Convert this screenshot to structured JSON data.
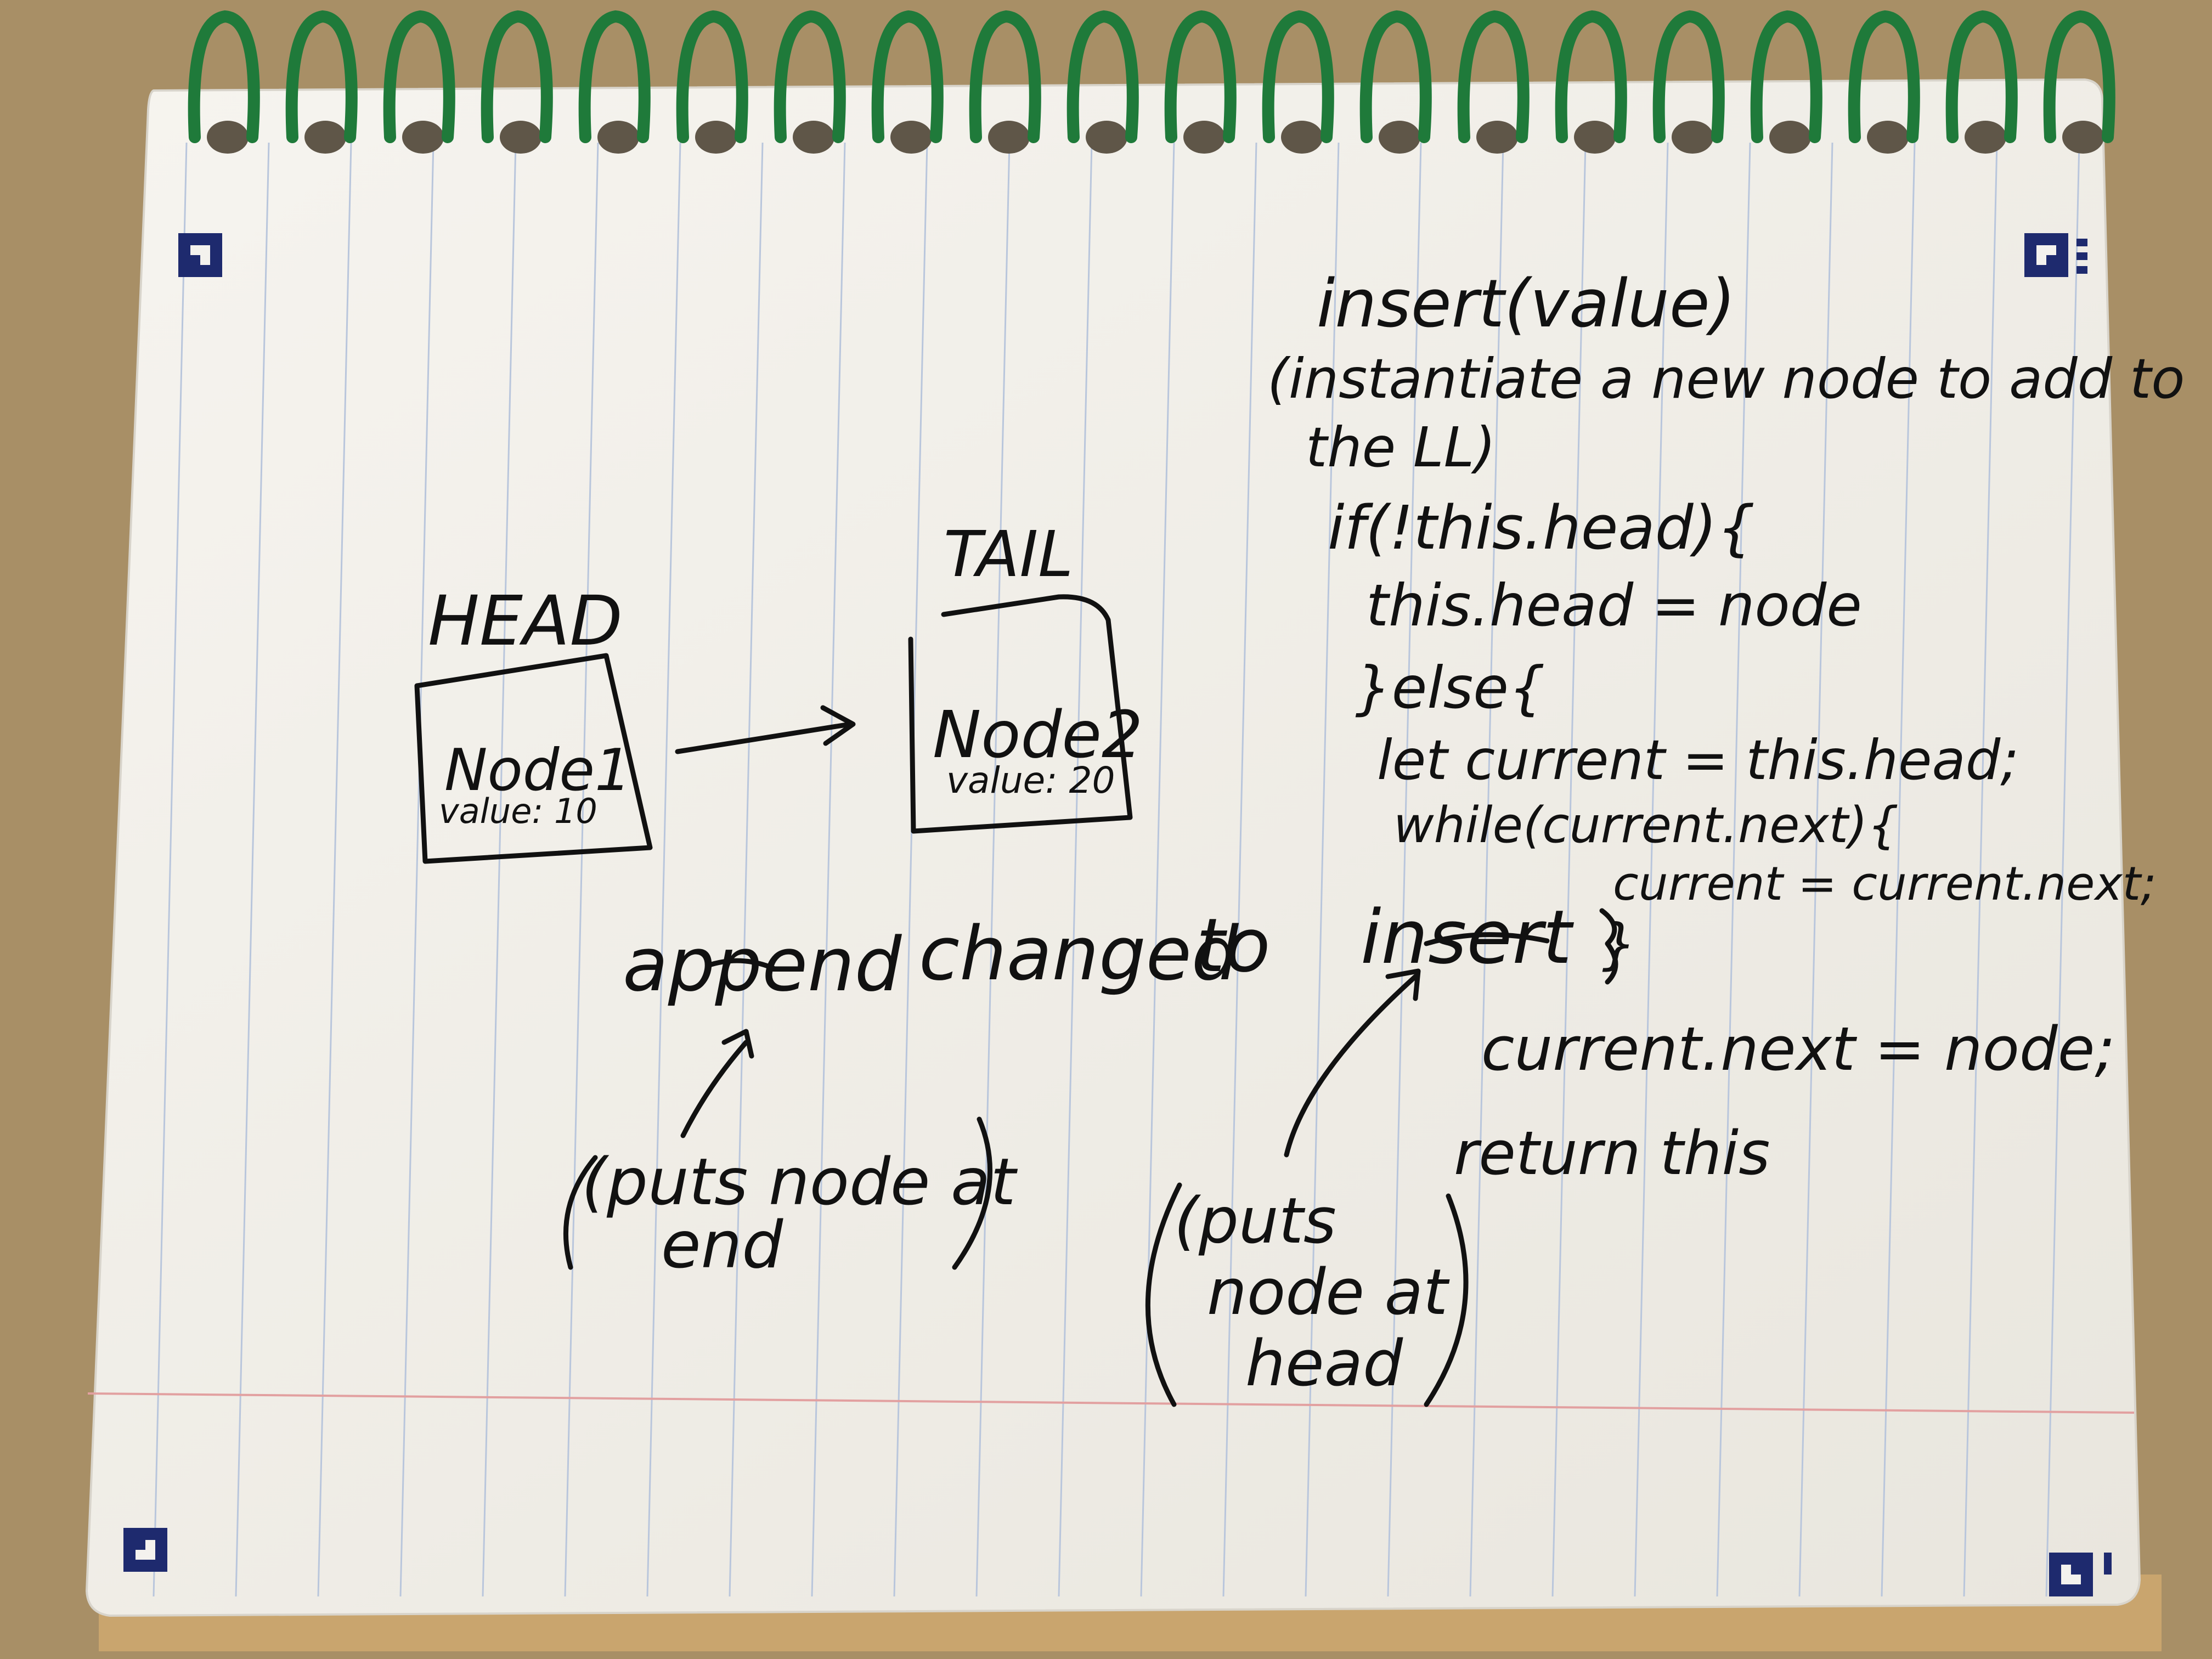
{
  "scene": {
    "description_kind": "photo-of-handwritten-notebook-page",
    "colors": {
      "desk": "#a88f66",
      "paper": "#f4f2ee",
      "rule_lines": "#b9c6dc",
      "margin_line": "#e2a0a0",
      "spiral": "#1f7a3a",
      "ink": "#111111",
      "corner_marks": "#1e2a6e"
    }
  },
  "diagram": {
    "head_label": "HEAD",
    "tail_label": "TAIL",
    "node1": {
      "name": "Node1",
      "value_text": "value: 10"
    },
    "node2": {
      "name": "Node2",
      "value_text": "value: 20"
    }
  },
  "code": {
    "title": "insert(value)",
    "comment_line1": "(instantiate a new node to add to",
    "comment_line2": "the LL)",
    "lines": [
      "if(!this.head){",
      "this.head = node",
      "}else{",
      "let current = this.head;",
      "while(current.next){",
      "current = current.next;",
      "}",
      "current.next = node;",
      "return this"
    ]
  },
  "notes": {
    "rename_word1": "append",
    "rename_word2": "changed",
    "rename_word3": "to",
    "rename_word4": "insert",
    "append_note_line1": "(puts node at",
    "append_note_line2": "end",
    "insert_note_line1": "(puts",
    "insert_note_line2": "node at",
    "insert_note_line3": "head"
  }
}
